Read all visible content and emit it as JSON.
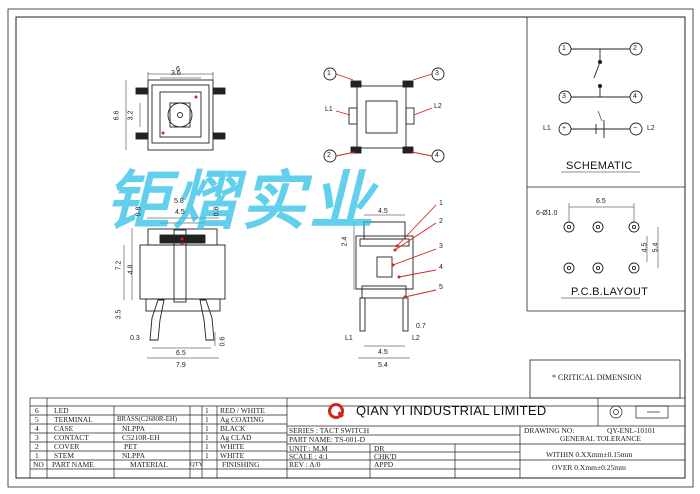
{
  "drawing": {
    "company_name": "QIAN YI INDUSTRIAL LIMITED",
    "watermark": "钜熠实业",
    "schematic_title": "SCHEMATIC",
    "pcb_title": "P.C.B.LAYOUT",
    "critical_note": "* CRITICAL DIMENSION",
    "schematic_pins": [
      "1",
      "2",
      "3",
      "4"
    ],
    "schematic_l1": "L1",
    "schematic_l2": "L2",
    "schematic_plus": "+",
    "schematic_minus": "−"
  },
  "top_view": {
    "dims": [
      "6",
      "3.6",
      "6.6",
      "3.2"
    ],
    "pins": [
      "1",
      "2",
      "3",
      "4"
    ],
    "l1": "L1",
    "l2": "L2"
  },
  "front_view": {
    "dims": [
      "5.8",
      "4.5",
      "0.8",
      "0.8",
      "7.2",
      "4.8",
      "3.5",
      "0.3",
      "6.5",
      "0.6",
      "7.9"
    ]
  },
  "side_view": {
    "dims": [
      "4.5",
      "2.4",
      "4.5",
      "5.4",
      "0.7"
    ],
    "callouts": [
      "1",
      "2",
      "3",
      "4",
      "5"
    ],
    "l1": "L1",
    "l2": "L2"
  },
  "pcb_layout": {
    "dims": [
      "6.5",
      "6-Ø1.0",
      "4.5",
      "5.4"
    ]
  },
  "bom": {
    "rows": [
      {
        "no": "6",
        "part": "LED",
        "material": "",
        "qty": "1",
        "finishing": "RED / WHITE"
      },
      {
        "no": "5",
        "part": "TERMINAL",
        "material": "BRASS(C2680R-EH)",
        "qty": "1",
        "finishing": "Ag COATING"
      },
      {
        "no": "4",
        "part": "CASE",
        "material": "NLPPA",
        "qty": "1",
        "finishing": "BLACK"
      },
      {
        "no": "3",
        "part": "CONTACT",
        "material": "C5210R-EH",
        "qty": "1",
        "finishing": "Ag CLAD"
      },
      {
        "no": "2",
        "part": "COVER",
        "material": "PET",
        "qty": "1",
        "finishing": "WHITE"
      },
      {
        "no": "1",
        "part": "STEM",
        "material": "NLPPA",
        "qty": "1",
        "finishing": "WHITE"
      }
    ],
    "header": {
      "no": "NO",
      "part": "PART NAME",
      "material": "MATERIAL",
      "qty": "QTY",
      "finishing": "FINISHING"
    }
  },
  "title_block": {
    "series": "SERIES : TACT SWITCH",
    "part_name": "PART NAME: TS-001-D",
    "unit": "UNIT : M.M",
    "scale": "SCALE : 4:1",
    "rev": "REV  : A/0",
    "dr": "DR",
    "chkd": "CHK'D",
    "appd": "APPD",
    "drawing_no_label": "DRAWING NO:",
    "drawing_no": "QY-ENL-10101",
    "general_tolerance": "GENERAL TOLERANCE",
    "tol1": "WITHIN  0.XXmm±0.15mm",
    "tol2": "OVER   0.Xmm±0.25mm"
  }
}
